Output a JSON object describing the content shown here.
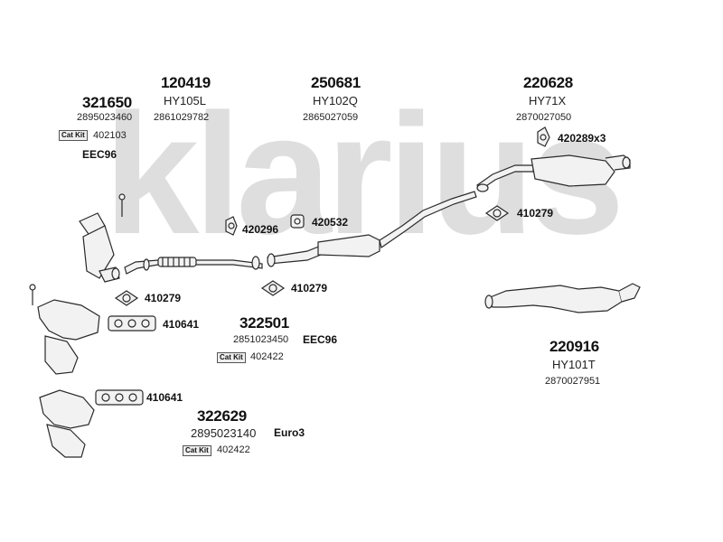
{
  "brand": {
    "watermark": "klarius"
  },
  "groups": {
    "g321650": {
      "number": "321650",
      "code1": "2895023460",
      "catkit_label": "Cat Kit",
      "catkit_ref": "402103",
      "norm": "EEC96"
    },
    "g120419": {
      "number": "120419",
      "type": "HY105L",
      "code": "2861029782"
    },
    "g250681": {
      "number": "250681",
      "type": "HY102Q",
      "code": "2865027059"
    },
    "g220628": {
      "number": "220628",
      "type": "HY71X",
      "code": "2870027050"
    },
    "g322501": {
      "number": "322501",
      "code": "2851023450",
      "norm": "EEC96",
      "catkit_label": "Cat Kit",
      "catkit_ref": "402422"
    },
    "g220916": {
      "number": "220916",
      "type": "HY101T",
      "code": "2870027951"
    },
    "g322629": {
      "number": "322629",
      "code": "2895023140",
      "norm": "Euro3",
      "catkit_label": "Cat Kit",
      "catkit_ref": "402422"
    }
  },
  "refs": {
    "r420289": "420289x3",
    "r420296": "420296",
    "r420532": "420532",
    "r410279a": "410279",
    "r410279b": "410279",
    "r410279c": "410279",
    "r410641a": "410641",
    "r410641b": "410641"
  },
  "colors": {
    "watermark": "#dedede",
    "stroke": "#2a2a2a",
    "part_fill": "#f2f2f2"
  }
}
